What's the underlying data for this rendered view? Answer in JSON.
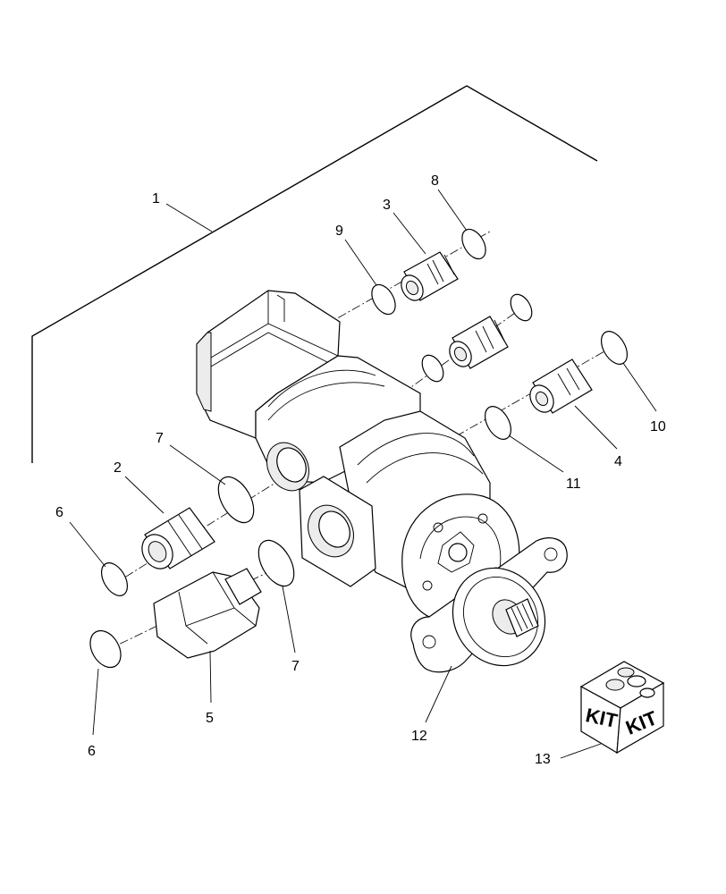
{
  "callouts": {
    "c1": "1",
    "c2": "2",
    "c3": "3",
    "c4": "4",
    "c5": "5",
    "c6a": "6",
    "c6b": "6",
    "c7a": "7",
    "c7b": "7",
    "c8": "8",
    "c9": "9",
    "c10": "10",
    "c11": "11",
    "c12": "12",
    "c13": "13"
  },
  "kit_box": {
    "left_label": "KIT",
    "right_label": "KIT"
  },
  "colors": {
    "line": "#000000",
    "background": "#ffffff"
  }
}
